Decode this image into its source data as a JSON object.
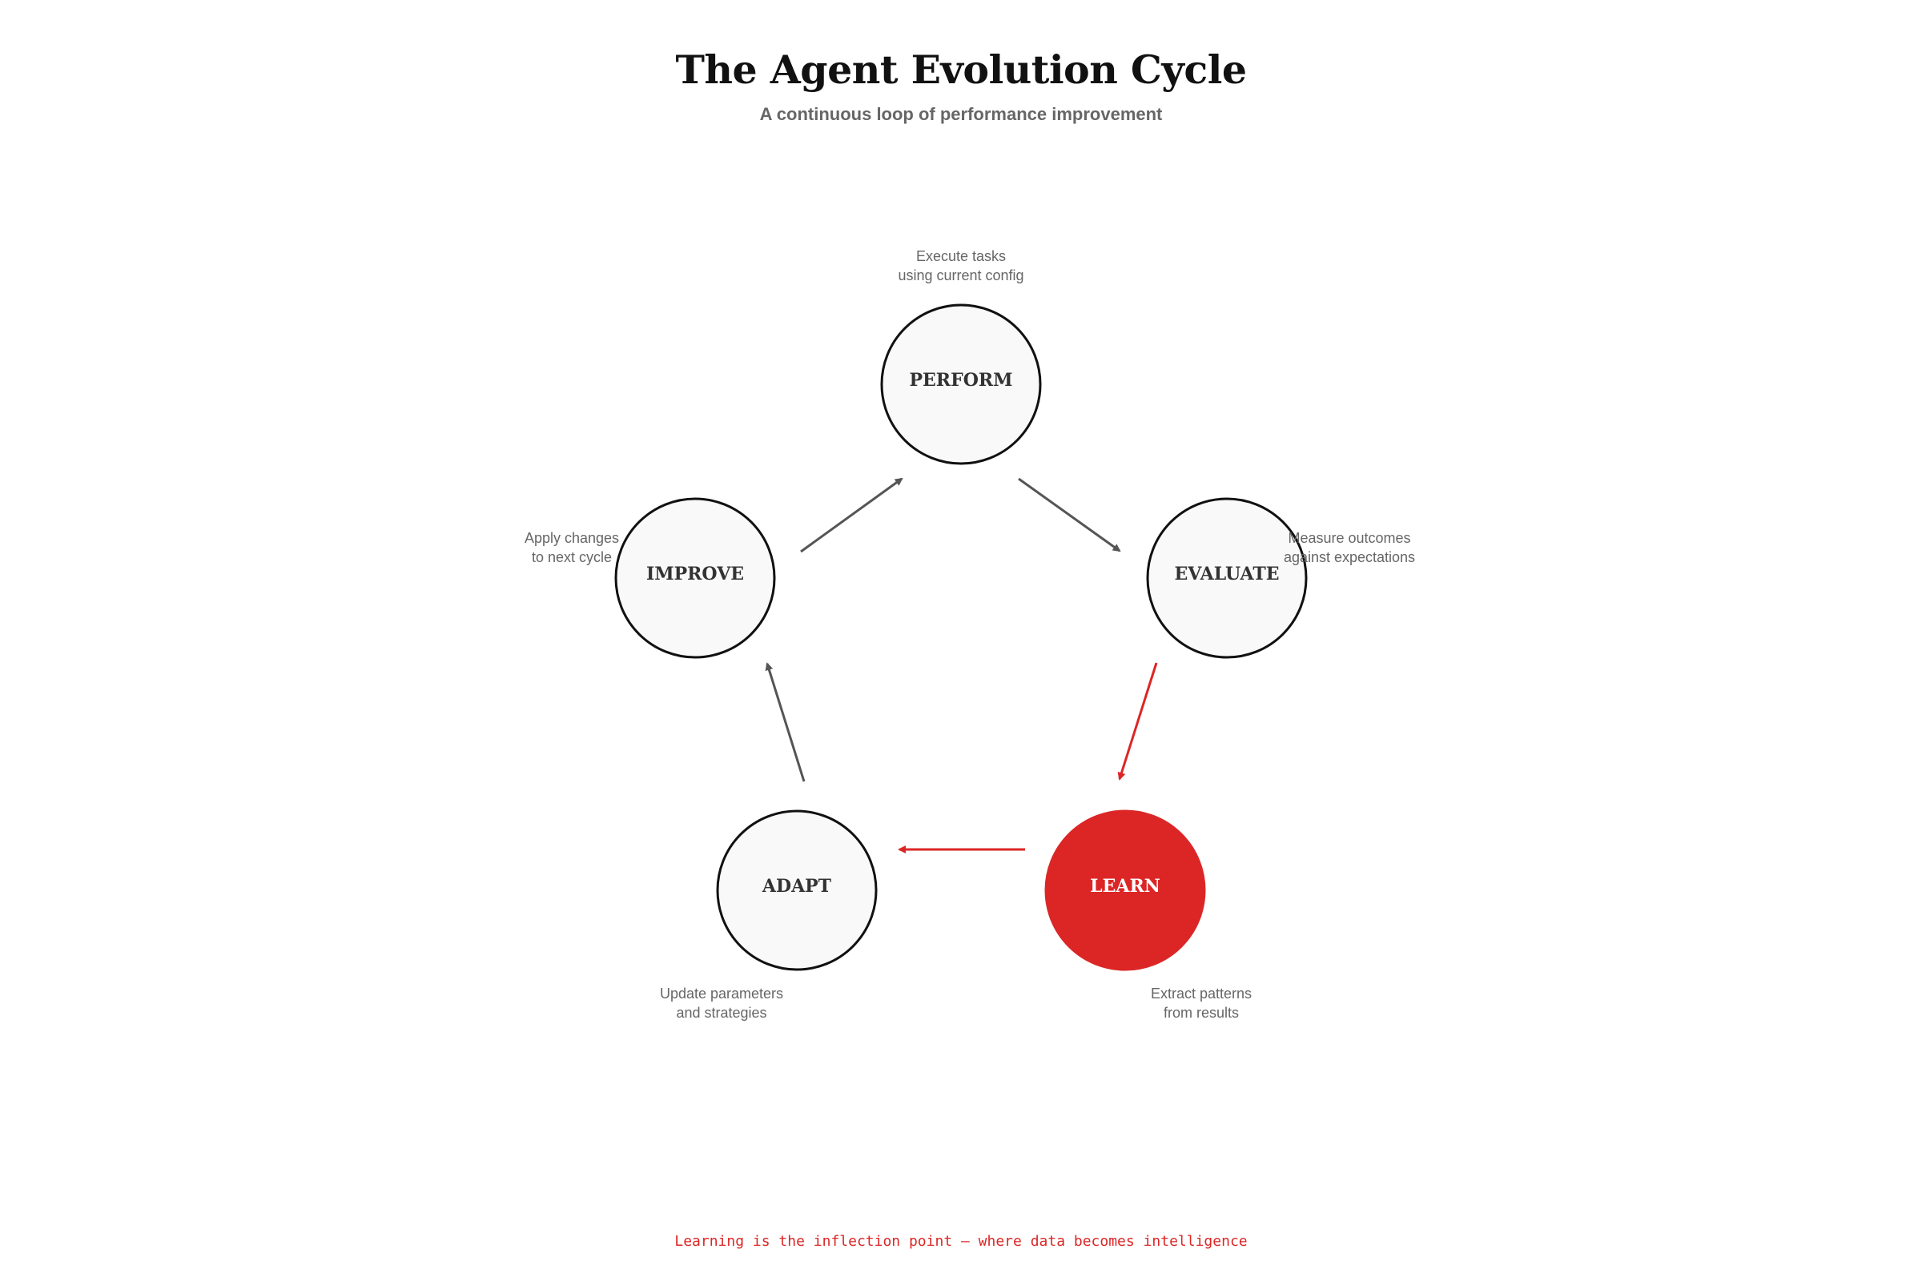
{
  "header": {
    "title": "The Agent Evolution Cycle",
    "subtitle": "A continuous loop of performance improvement"
  },
  "colors": {
    "accent": "#dc2626",
    "node_fill": "#f9f9f9",
    "node_stroke": "#111111",
    "arrow": "#555555",
    "muted_text": "#666666"
  },
  "nodes": [
    {
      "id": "perform",
      "label": "PERFORM",
      "description": [
        "Execute tasks",
        "using current config"
      ],
      "highlight": false
    },
    {
      "id": "evaluate",
      "label": "EVALUATE",
      "description": [
        "Measure outcomes",
        "against expectations"
      ],
      "highlight": false
    },
    {
      "id": "learn",
      "label": "LEARN",
      "description": [
        "Extract patterns",
        "from results"
      ],
      "highlight": true
    },
    {
      "id": "adapt",
      "label": "ADAPT",
      "description": [
        "Update parameters",
        "and strategies"
      ],
      "highlight": false
    },
    {
      "id": "improve",
      "label": "IMPROVE",
      "description": [
        "Apply changes",
        "to next cycle"
      ],
      "highlight": false
    }
  ],
  "edges": [
    {
      "from": "perform",
      "to": "evaluate",
      "highlight": false
    },
    {
      "from": "evaluate",
      "to": "learn",
      "highlight": true
    },
    {
      "from": "learn",
      "to": "adapt",
      "highlight": true
    },
    {
      "from": "adapt",
      "to": "improve",
      "highlight": false
    },
    {
      "from": "improve",
      "to": "perform",
      "highlight": false
    }
  ],
  "footer": {
    "note": "Learning is the inflection point — where data becomes intelligence"
  }
}
